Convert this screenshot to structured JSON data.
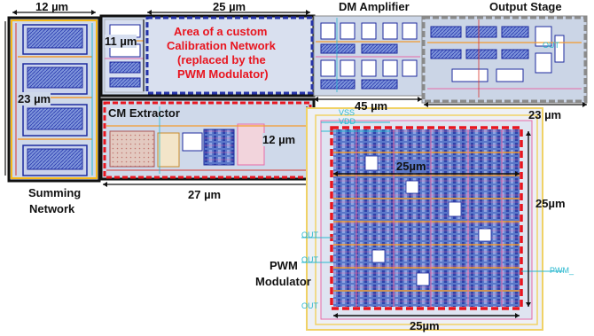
{
  "colors": {
    "die_bg": "#c8d7e8",
    "cell_fill": "#6b89d6",
    "cell_border": "#1d2a9e",
    "metal_orange": "#f39a2e",
    "metal_pink": "#e76aa8",
    "via_red": "#d8342c",
    "guard_yellow": "#f0d266",
    "outline_black": "#111111",
    "outline_blue_dashed": "#2533a8",
    "outline_red_dashed": "#e8151f",
    "summing_highlight": "#f6b91a",
    "pin_cyan": "#29b8cf"
  },
  "labels": {
    "summing_width": "12 µm",
    "summing_height": "23 µm",
    "summing_name_line1": "Summing",
    "summing_name_line2": "Network",
    "calib_width": "25 µm",
    "calib_height": "11 µm",
    "calib_line1": "Area of a custom",
    "calib_line2": "Calibration Network",
    "calib_line3": "(replaced by the",
    "calib_line4": "PWM Modulator)",
    "dm_amp": "DM Amplifier",
    "output_stage": "Output Stage",
    "dm_width": "45 µm",
    "output_width": "23 µm",
    "cm_extractor": "CM Extractor",
    "cm_height": "12 µm",
    "cm_width": "27 µm",
    "pwm_width_top": "25µm",
    "pwm_height": "25µm",
    "pwm_width_bottom": "25µm",
    "pwm_name_line1": "PWM",
    "pwm_name_line2": "Modulator"
  },
  "pins": {
    "vss": "VSS",
    "vdd": "VDD",
    "out_a": "OUT",
    "out_b": "OUT",
    "out_c": "OUT",
    "out_d": "OUT",
    "pwm_pin": "PWM_"
  }
}
